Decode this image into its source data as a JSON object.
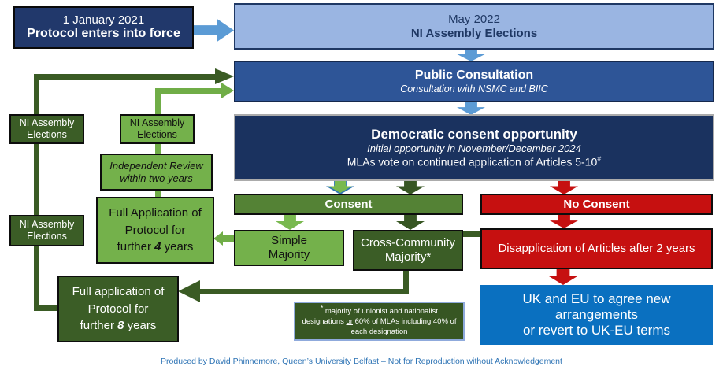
{
  "colors": {
    "navy": "#21386B",
    "navy_deep": "#1A325F",
    "blue_mid": "#2E5597",
    "blue_light": "#9AB5E2",
    "blue_bright": "#0A70C0",
    "blue_arrow": "#5B9BD5",
    "green_light": "#74B14B",
    "green_mid": "#548235",
    "green_dark": "#3B5D26",
    "green_line_dark": "#3A5B24",
    "red": "#C61010",
    "caption_blue": "#2E74B5"
  },
  "boxes": {
    "protocol_force": {
      "line1": "1 January 2021",
      "line2": "Protocol enters into force"
    },
    "assembly_may_2022": {
      "line1": "May 2022",
      "line2": "NI Assembly Elections"
    },
    "public_consultation": {
      "line1": "Public Consultation",
      "line2": "Consultation with NSMC and BIIC"
    },
    "democratic_consent": {
      "line1": "Democratic consent opportunity",
      "line2": "Initial opportunity in November/December 2024",
      "line3": "MLAs vote on continued application of Articles 5-10",
      "line3_sup": "#"
    },
    "consent": {
      "label": "Consent"
    },
    "no_consent": {
      "label": "No Consent"
    },
    "simple_majority": {
      "line1": "Simple",
      "line2": "Majority"
    },
    "cross_community": {
      "line1": "Cross-Community",
      "line2": "Majority*"
    },
    "disapplication": {
      "label": "Disapplication of Articles after 2 years"
    },
    "uk_eu": {
      "line1": "UK and EU to agree new arrangements",
      "line2": "or revert to UK-EU terms"
    },
    "full_app_4": {
      "line1": "Full Application of",
      "line2": "Protocol for",
      "line3_pre": "further ",
      "line3_num": "4",
      "line3_post": " years"
    },
    "full_app_8": {
      "line1": "Full application of",
      "line2": "Protocol for",
      "line3_pre": "further ",
      "line3_num": "8",
      "line3_post": " years"
    },
    "nia_dark_1": {
      "line1": "NI Assembly",
      "line2": "Elections"
    },
    "nia_light": {
      "line1": "NI Assembly",
      "line2": "Elections"
    },
    "nia_dark_2": {
      "line1": "NI Assembly",
      "line2": "Elections"
    },
    "independent_review": {
      "line1": "Independent Review",
      "line2": "within two years"
    },
    "footnote": {
      "sup": "*",
      "pre": " majority of unionist and nationalist designations ",
      "or_word": "or",
      "post": " 60% of MLAs including 40% of each designation"
    }
  },
  "caption": "Produced by David Phinnemore, Queen’s University Belfast – Not for Reproduction without Acknowledgement"
}
